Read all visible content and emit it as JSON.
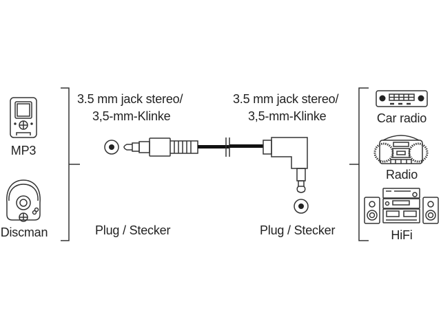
{
  "left_devices": [
    {
      "label": "MP3",
      "icon": "mp3-player-icon"
    },
    {
      "label": "Discman",
      "icon": "discman-icon"
    }
  ],
  "right_devices": [
    {
      "label": "Car radio",
      "icon": "car-radio-icon"
    },
    {
      "label": "Radio",
      "icon": "boombox-icon"
    },
    {
      "label": "HiFi",
      "icon": "hifi-system-icon"
    }
  ],
  "left_connector": {
    "title_line1": "3.5 mm jack stereo/",
    "title_line2": "3,5-mm-Klinke",
    "type_label": "Plug / Stecker"
  },
  "right_connector": {
    "title_line1": "3.5 mm jack stereo/",
    "title_line2": "3,5-mm-Klinke",
    "type_label": "Plug / Stecker"
  }
}
